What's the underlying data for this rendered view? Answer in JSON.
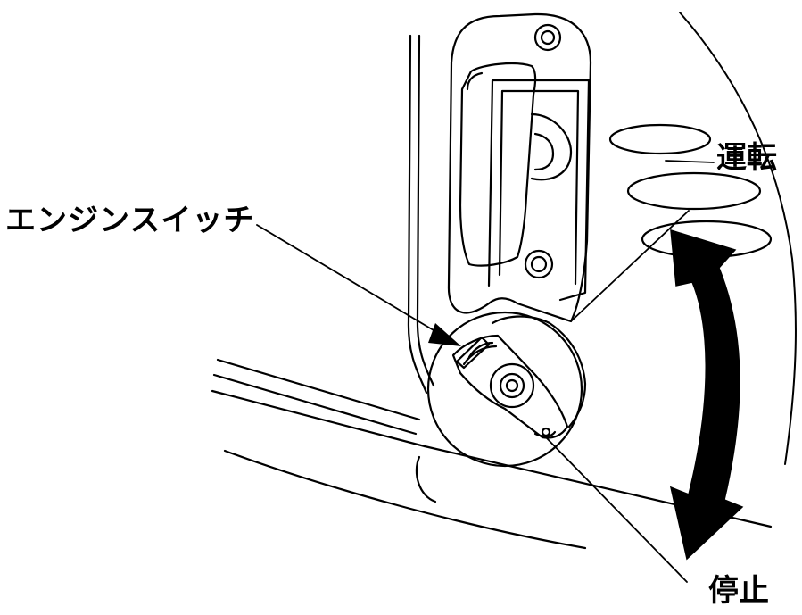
{
  "labels": {
    "engine_switch": "エンジンスイッチ",
    "run": "運転",
    "stop": "停止"
  },
  "colors": {
    "line": "#000000",
    "fill": "#ffffff"
  },
  "icons": [
    "switch-knob-icon",
    "double-headed-arrow-icon"
  ]
}
